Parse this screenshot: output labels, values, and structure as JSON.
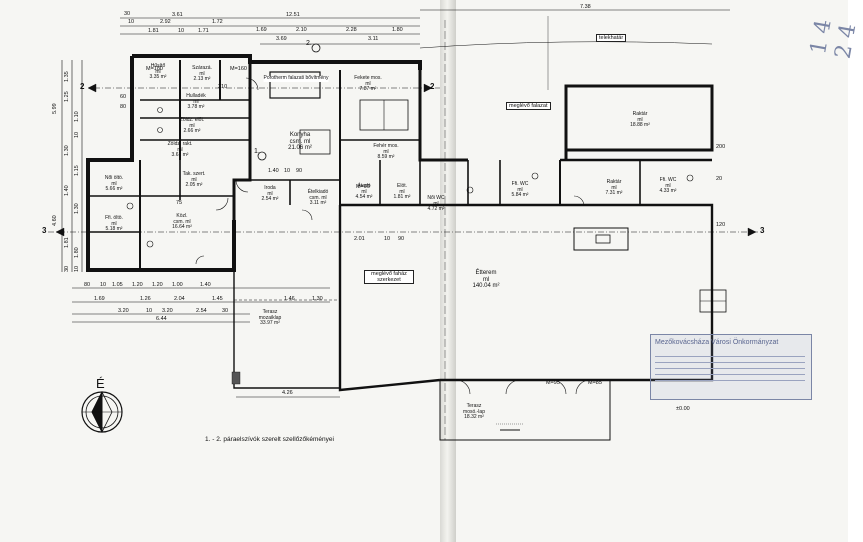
{
  "top_dimensions": {
    "row1": [
      "3.61",
      "12.51",
      "7.38"
    ],
    "row2": [
      "10",
      "2.92",
      "1.72",
      "1.69",
      "2.10",
      "2.28",
      "1.80"
    ],
    "row3": [
      "1.81",
      "10",
      "1.71",
      "3.69",
      "3.11"
    ],
    "small": [
      "30",
      "30",
      "10",
      "10",
      "10"
    ]
  },
  "left_dimensions": [
    "1.35",
    "1.25",
    "5.99",
    "1.10",
    "10",
    "1.30",
    "1.15",
    "1.40",
    "1.30",
    "4.60",
    "1.81",
    "1.80",
    "30",
    "10"
  ],
  "bottom_dimensions": {
    "row1": [
      "1.69",
      "1.26",
      "2.04",
      "1.45",
      "1.46",
      "1.30"
    ],
    "row2": [
      "3.20",
      "10",
      "3.20",
      "2.54",
      "30"
    ],
    "row3": [
      "6.44",
      "4.26"
    ],
    "small": [
      "80",
      "10",
      "1.05",
      "1.20",
      "1.20",
      "1.00",
      "1.40"
    ]
  },
  "inner_dimensions": [
    "2.01",
    "10",
    "90",
    "1.40",
    "10",
    "90"
  ],
  "rooms": [
    {
      "name": "Hűsítő",
      "sub": "ml",
      "area": "3.35 m²"
    },
    {
      "name": "Szárazá.",
      "sub": "ml",
      "area": "2.13 m²"
    },
    {
      "name": "Hulladék",
      "sub": "ml",
      "area": "3.78 m²"
    },
    {
      "name": "Zöldz. előt.",
      "sub": "ml",
      "area": "2.66 m²"
    },
    {
      "name": "Zöldz. rakt.",
      "sub": "ml",
      "area": "3.61 m²"
    },
    {
      "name": "Tak. szert.",
      "sub": "ml",
      "area": "2.05 m²"
    },
    {
      "name": "Női öltö.",
      "sub": "ml",
      "area": "5.66 m²"
    },
    {
      "name": "Ffi. öltö.",
      "sub": "ml",
      "area": "5.18 m²"
    },
    {
      "name": "Közl.",
      "sub": "csm. ml",
      "area": "16.64 m²"
    },
    {
      "name": "Konyha",
      "sub": "csm. ml",
      "area": "21.06 m²"
    },
    {
      "name": "Fekete mos.",
      "sub": "ml",
      "area": "7.87 m²"
    },
    {
      "name": "Fehér mos.",
      "sub": "ml",
      "area": "8.59 m²"
    },
    {
      "name": "Iroda",
      "sub": "ml",
      "area": "2.54 m²"
    },
    {
      "name": "Ételkiadó",
      "sub": "csm. ml",
      "area": "3.11 m²"
    },
    {
      "name": "Átadó",
      "sub": "ml",
      "area": "4.54 m²"
    },
    {
      "name": "Elöt.",
      "sub": "ml",
      "area": "1.81 m²"
    },
    {
      "name": "Női WC",
      "sub": "ml",
      "area": "4.72 m²"
    },
    {
      "name": "Ffi. WC",
      "sub": "ml",
      "area": "5.84 m²"
    },
    {
      "name": "Raktár",
      "sub": "ml",
      "area": "7.31 m²"
    },
    {
      "name": "Ffi. WC",
      "sub": "ml",
      "area": "4.33 m²"
    },
    {
      "name": "Raktár",
      "sub": "ml",
      "area": "18.88 m²"
    },
    {
      "name": "Étterem",
      "sub": "ml",
      "area": "140.04 m²"
    },
    {
      "name": "Terasz",
      "sub": "mozaiklap",
      "area": "33.97 m²"
    },
    {
      "name": "Terasz",
      "sub": "mosó.-lap",
      "area": "18.32 m²"
    }
  ],
  "tags": {
    "porotherm": "Porotherm falazati bővítmény",
    "existing_wall": "meglévő falazat",
    "existing_timber": "meglévő faház szerkezet",
    "boundary": "telekhatár"
  },
  "section_marks": [
    "2",
    "2",
    "3",
    "3"
  ],
  "door_codes": [
    "M=180",
    "M=160",
    "M=90",
    "M=85",
    "M=95",
    "210",
    "200",
    "120",
    "75",
    "60",
    "80",
    "20"
  ],
  "level": "±0.00",
  "north_letter": "É",
  "chimney_numbers": [
    "1.",
    "2."
  ],
  "caption": "1. - 2. páraelszívók szerelt szellőzőkéményei",
  "stamp_text": "Mezőkovácsháza Városi Önkormányzat",
  "handwritten_note": "1 4 2 4"
}
